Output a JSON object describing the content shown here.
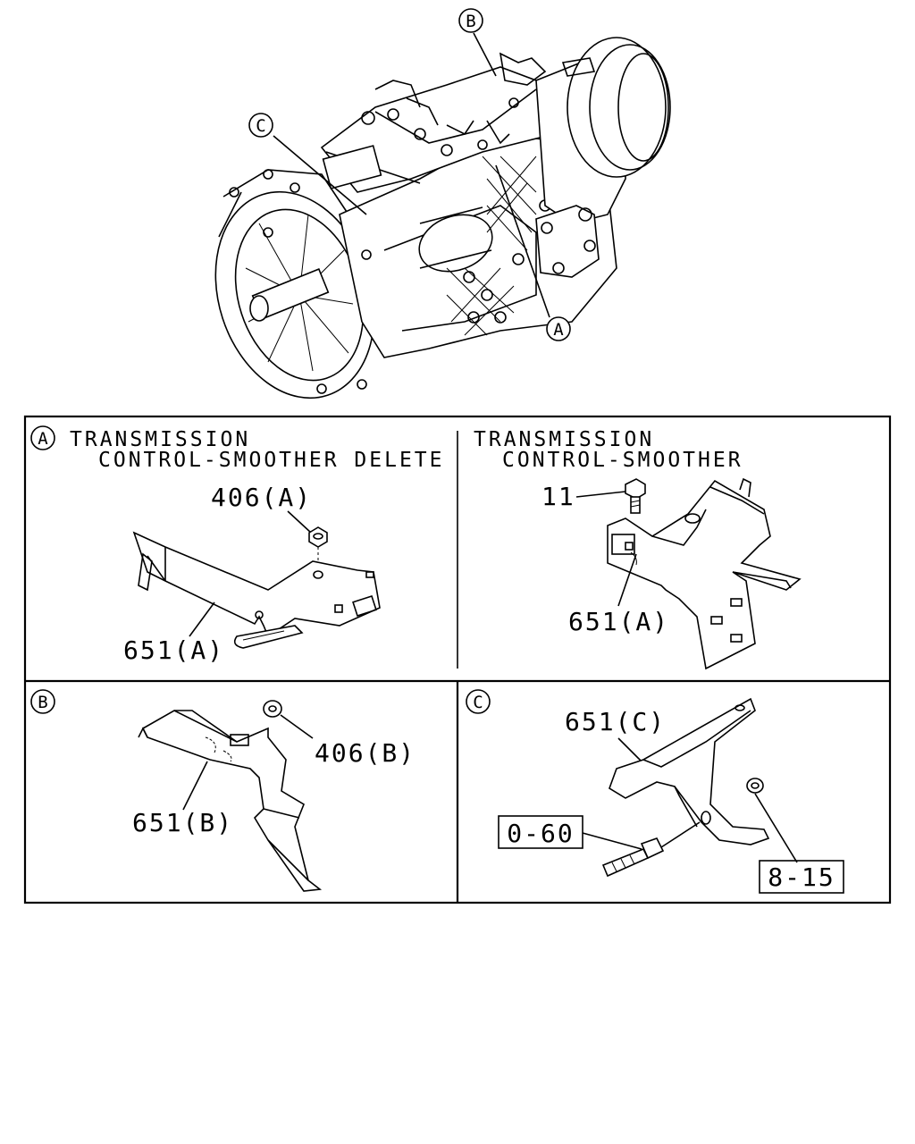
{
  "overview": {
    "callout_a": "A",
    "callout_b": "B",
    "callout_c": "C"
  },
  "panel_a": {
    "marker": "A",
    "title_line1": "TRANSMISSION",
    "title_line2": "CONTROL-SMOOTHER DELETE",
    "part_nut": "406(A)",
    "part_bracket": "651(A)"
  },
  "panel_a2": {
    "title_line1": "TRANSMISSION",
    "title_line2": "CONTROL-SMOOTHER",
    "part_bolt": "11",
    "part_bracket": "651(A)"
  },
  "panel_b": {
    "marker": "B",
    "part_nut": "406(B)",
    "part_bracket": "651(B)"
  },
  "panel_c": {
    "marker": "C",
    "part_bracket": "651(C)",
    "ref_bolt": "0-60",
    "ref_nut": "8-15"
  }
}
